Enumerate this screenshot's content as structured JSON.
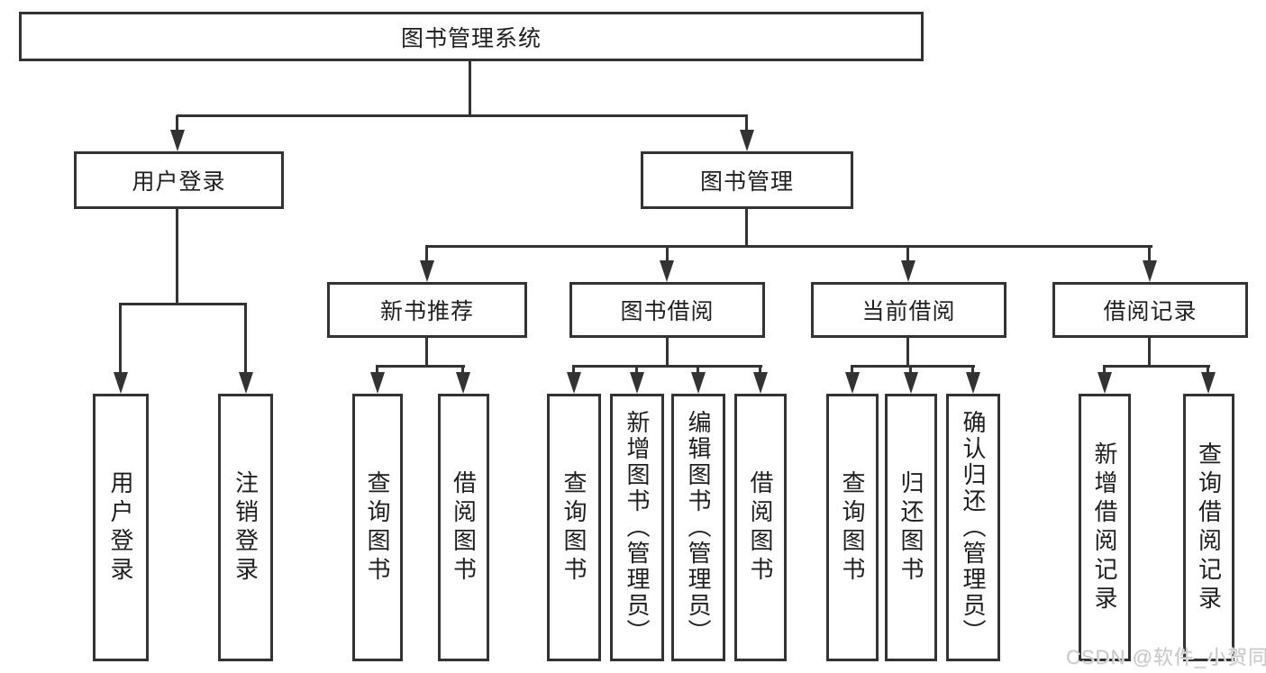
{
  "meta": {
    "background_color": "#ffffff",
    "line_color": "#333333",
    "text_color": "#1f1f1f",
    "watermark_color": "#c9c9c9"
  },
  "tree": {
    "root": {
      "label": "图书管理系统"
    },
    "branches": [
      {
        "label": "用户登录",
        "leaves": [
          "用户登录",
          "注销登录"
        ]
      },
      {
        "label": "图书管理",
        "groups": [
          {
            "label": "新书推荐",
            "leaves": [
              "查询图书",
              "借阅图书"
            ]
          },
          {
            "label": "图书借阅",
            "leaves": [
              "查询图书",
              "新增图书（管理员）",
              "编辑图书（管理员）",
              "借阅图书"
            ]
          },
          {
            "label": "当前借阅",
            "leaves": [
              "查询图书",
              "归还图书",
              "确认归还（管理员）"
            ]
          },
          {
            "label": "借阅记录",
            "leaves": [
              "新增借阅记录",
              "查询借阅记录"
            ]
          }
        ]
      }
    ]
  },
  "watermark": {
    "text": "CSDN @软件_小贺同学"
  }
}
